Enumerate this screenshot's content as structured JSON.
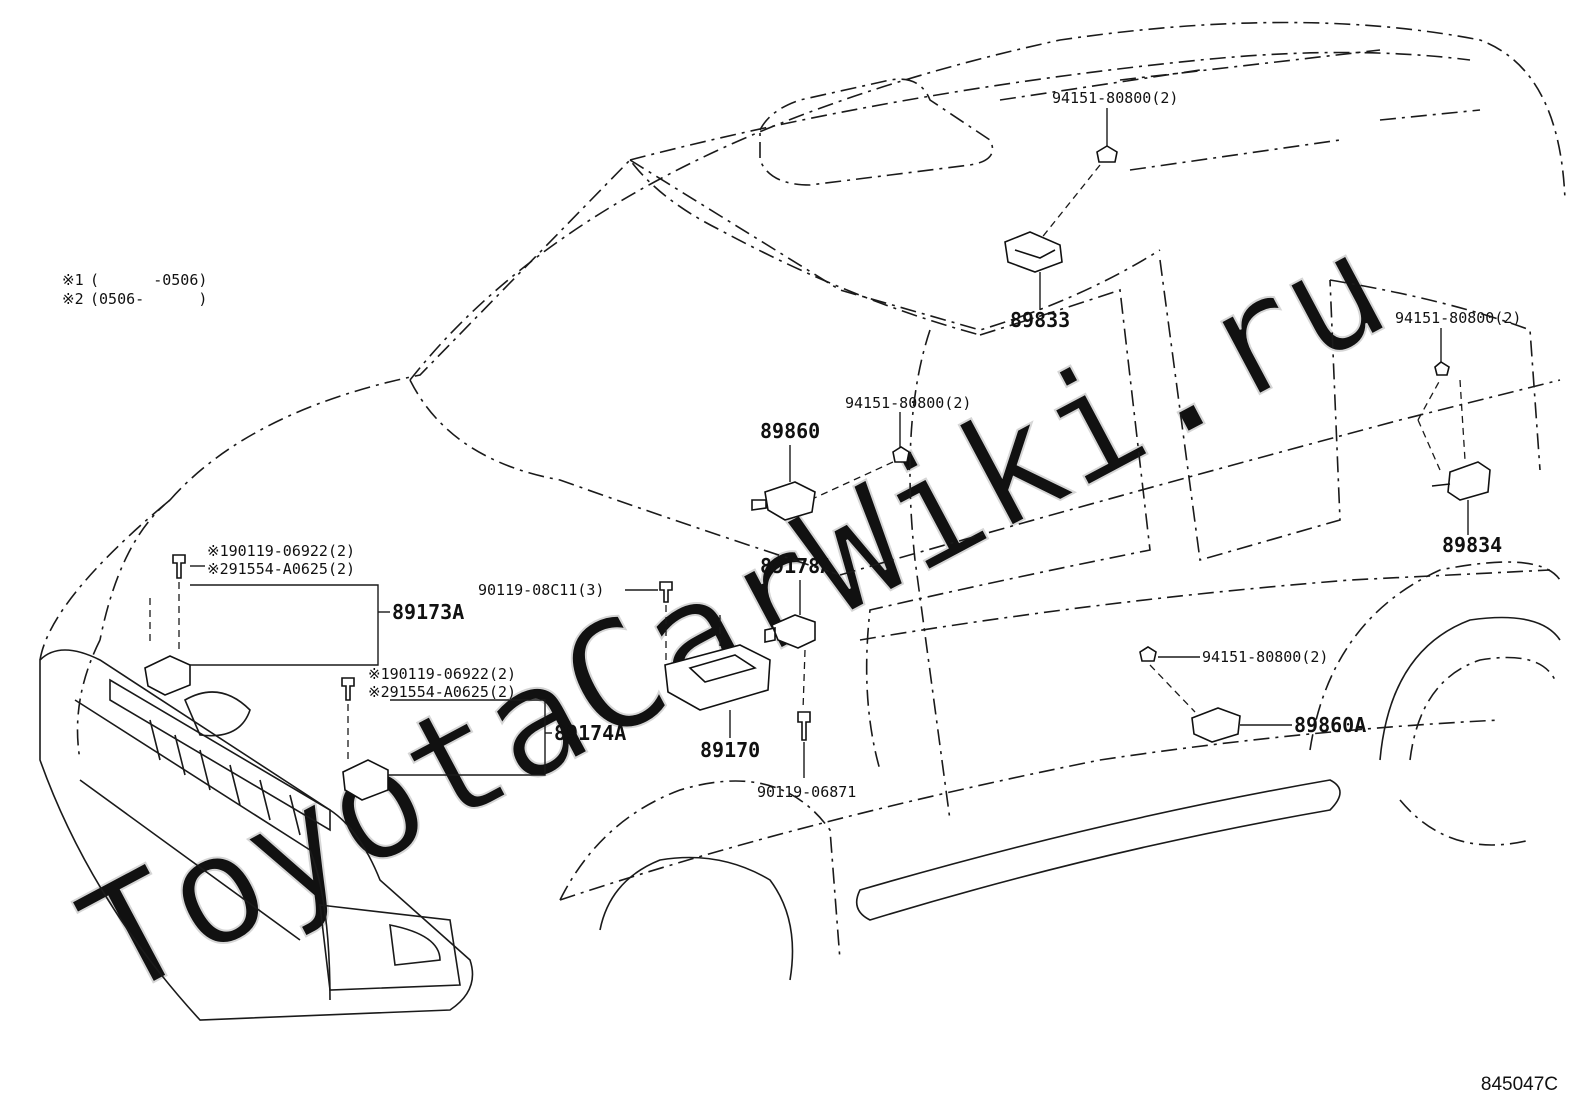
{
  "watermark": "ToyotaCarWiki.ru",
  "figure_code": "845047C",
  "notes": [
    {
      "mark": "※1",
      "text": "(      -0506)"
    },
    {
      "mark": "※2",
      "text": "(0506-      )"
    }
  ],
  "callouts": {
    "nut_roof": "94151-80800(2)",
    "sensor_roof": "89833",
    "nut_rear": "94151-80800(2)",
    "sensor_rear": "89834",
    "nut_pillar": "94151-80800(2)",
    "sensor_side": "89860",
    "bracket": "89178A",
    "bolt_ecu": "90119-08C11(3)",
    "ecu": "89170",
    "bolt_floor": "90119-06871",
    "nut_side_lower": "94151-80800(2)",
    "sensor_side_lower": "89860A",
    "front_left_bolt1": "※190119-06922(2)",
    "front_left_bolt2": "※291554-A0625(2)",
    "front_left_sensor": "89173A",
    "front_right_bolt1": "※190119-06922(2)",
    "front_right_bolt2": "※291554-A0625(2)",
    "front_right_sensor": "89174A"
  }
}
